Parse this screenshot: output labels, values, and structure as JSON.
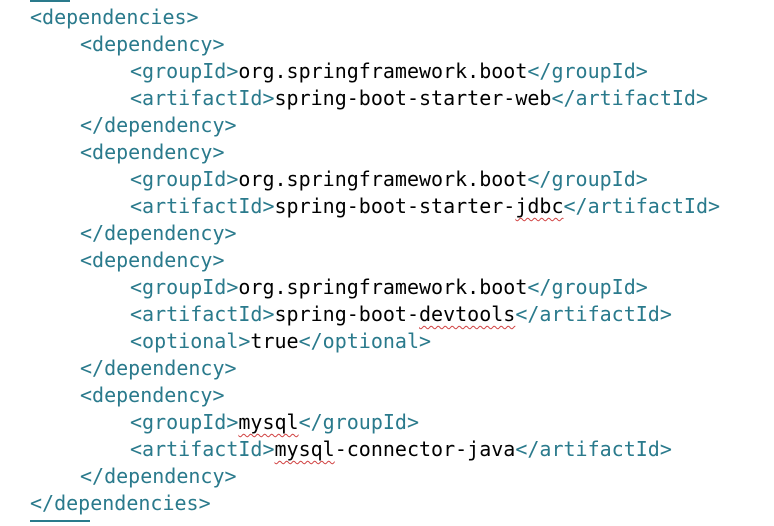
{
  "editor": {
    "tag_color": "#2a7a8c",
    "text_color": "#000000",
    "lines": [
      {
        "parts": [
          {
            "t": "<dependencies>",
            "c": "tag"
          }
        ]
      },
      {
        "parts": [
          {
            "t": "<dependency>",
            "c": "tag"
          }
        ]
      },
      {
        "parts": [
          {
            "t": "<groupId>",
            "c": "tag"
          },
          {
            "t": "org.springframework.boot",
            "c": "txt"
          },
          {
            "t": "</groupId>",
            "c": "tag"
          }
        ]
      },
      {
        "parts": [
          {
            "t": "<artifactId>",
            "c": "tag"
          },
          {
            "t": "spring-boot-starter-web",
            "c": "txt"
          },
          {
            "t": "</artifactId>",
            "c": "tag"
          }
        ]
      },
      {
        "parts": [
          {
            "t": "</dependency>",
            "c": "tag"
          }
        ]
      },
      {
        "parts": [
          {
            "t": "<dependency>",
            "c": "tag"
          }
        ]
      },
      {
        "parts": [
          {
            "t": "<groupId>",
            "c": "tag"
          },
          {
            "t": "org.springframework.boot",
            "c": "txt"
          },
          {
            "t": "</groupId>",
            "c": "tag"
          }
        ]
      },
      {
        "parts": [
          {
            "t": "<artifactId>",
            "c": "tag"
          },
          {
            "t": "spring-boot-starter-",
            "c": "txt"
          },
          {
            "t": "jdbc",
            "c": "txt",
            "spell": true
          },
          {
            "t": "</artifactId>",
            "c": "tag"
          }
        ]
      },
      {
        "parts": [
          {
            "t": "</dependency>",
            "c": "tag"
          }
        ]
      },
      {
        "parts": [
          {
            "t": "<dependency>",
            "c": "tag"
          }
        ]
      },
      {
        "parts": [
          {
            "t": "<groupId>",
            "c": "tag"
          },
          {
            "t": "org.springframework.boot",
            "c": "txt"
          },
          {
            "t": "</groupId>",
            "c": "tag"
          }
        ]
      },
      {
        "parts": [
          {
            "t": "<artifactId>",
            "c": "tag"
          },
          {
            "t": "spring-boot-",
            "c": "txt"
          },
          {
            "t": "devtools",
            "c": "txt",
            "spell": true
          },
          {
            "t": "</artifactId>",
            "c": "tag"
          }
        ]
      },
      {
        "parts": [
          {
            "t": "<optional>",
            "c": "tag"
          },
          {
            "t": "true",
            "c": "txt"
          },
          {
            "t": "</optional>",
            "c": "tag"
          }
        ]
      },
      {
        "parts": [
          {
            "t": "</dependency>",
            "c": "tag"
          }
        ]
      },
      {
        "parts": [
          {
            "t": "<dependency>",
            "c": "tag"
          }
        ]
      },
      {
        "parts": [
          {
            "t": "<groupId>",
            "c": "tag"
          },
          {
            "t": "mysql",
            "c": "txt",
            "spell": true
          },
          {
            "t": "</groupId>",
            "c": "tag"
          }
        ]
      },
      {
        "parts": [
          {
            "t": "<artifactId>",
            "c": "tag"
          },
          {
            "t": "mysql",
            "c": "txt",
            "spell": true
          },
          {
            "t": "-connector-java",
            "c": "txt"
          },
          {
            "t": "</artifactId>",
            "c": "tag"
          }
        ]
      },
      {
        "parts": [
          {
            "t": "</dependency>",
            "c": "tag"
          }
        ]
      },
      {
        "parts": [
          {
            "t": "</dependencies>",
            "c": "tag"
          }
        ]
      }
    ]
  }
}
